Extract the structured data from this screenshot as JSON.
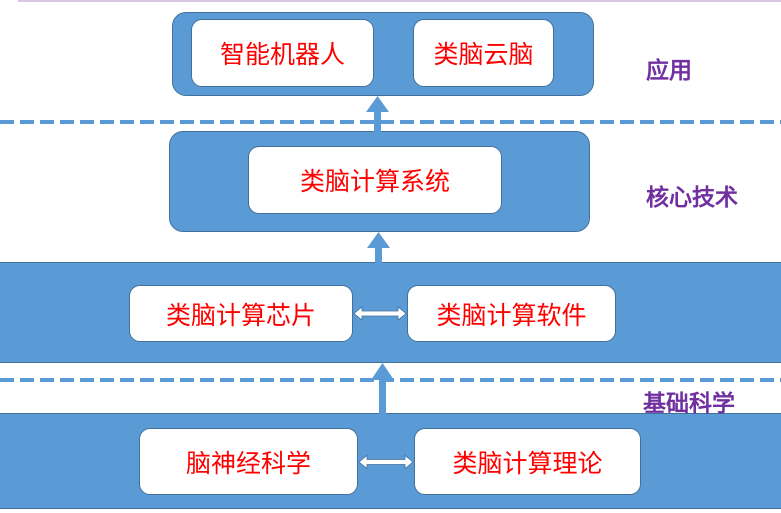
{
  "diagram": {
    "layers": [
      {
        "id": "application",
        "label": "应用",
        "nodes": [
          "智能机器人",
          "类脑云脑"
        ]
      },
      {
        "id": "core-tech-system",
        "label": "核心技术",
        "nodes": [
          "类脑计算系统"
        ]
      },
      {
        "id": "core-tech-components",
        "nodes": [
          "类脑计算芯片",
          "类脑计算软件"
        ]
      },
      {
        "id": "basic-science",
        "label": "基础科学",
        "nodes": [
          "脑神经科学",
          "类脑计算理论"
        ]
      }
    ],
    "connections": [
      {
        "from": "类脑计算芯片",
        "to": "类脑计算软件",
        "type": "bidirectional"
      },
      {
        "from": "脑神经科学",
        "to": "类脑计算理论",
        "type": "bidirectional"
      },
      {
        "from": "基础科学层",
        "to": "类脑计算芯片/软件层",
        "type": "up-arrow"
      },
      {
        "from": "类脑计算芯片/软件层",
        "to": "类脑计算系统",
        "type": "up-arrow"
      },
      {
        "from": "类脑计算系统",
        "to": "应用层",
        "type": "up-arrow"
      }
    ]
  },
  "colors": {
    "layer_fill": "#5b9bd5",
    "layer_border": "#41719c",
    "node_text": "#ff0000",
    "label_text": "#7030a0"
  }
}
